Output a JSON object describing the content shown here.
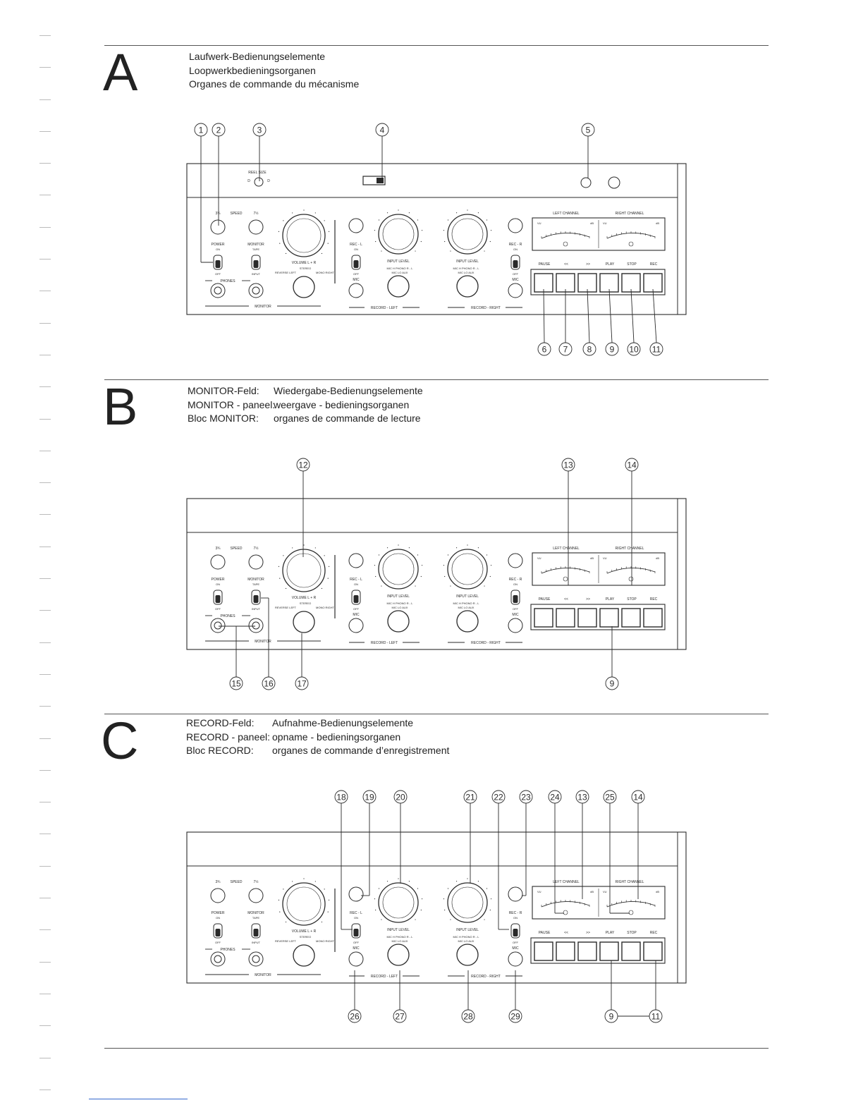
{
  "sections": [
    {
      "letter": "A",
      "lines": [
        {
          "label": "",
          "text": "Laufwerk-Bedienungselemente"
        },
        {
          "label": "",
          "text": "Loopwerkbedieningsorganen"
        },
        {
          "label": "",
          "text": "Organes de commande du mécanisme"
        }
      ]
    },
    {
      "letter": "B",
      "lines": [
        {
          "label": "MONITOR-Feld:",
          "text": "Wiedergabe-Bedienungselemente"
        },
        {
          "label": "MONITOR - paneel:",
          "text": "weergave - bedieningsorganen"
        },
        {
          "label": "Bloc MONITOR:",
          "text": "organes de commande de lecture"
        }
      ]
    },
    {
      "letter": "C",
      "lines": [
        {
          "label": "RECORD-Feld:",
          "text": "Aufnahme-Bedienungselemente"
        },
        {
          "label": "RECORD - paneel:",
          "text": "opname - bedieningsorganen"
        },
        {
          "label": "Bloc RECORD:",
          "text": "organes de commande d’enregistrement"
        }
      ]
    }
  ],
  "callouts": {
    "A_top": [
      "1",
      "2",
      "3",
      "4",
      "5"
    ],
    "A_bottom": [
      "6",
      "7",
      "8",
      "9",
      "10",
      "11"
    ],
    "B_top": [
      "12",
      "13",
      "14"
    ],
    "B_bottom": [
      "15",
      "16",
      "17",
      "9"
    ],
    "C_top": [
      "18",
      "19",
      "20",
      "21",
      "22",
      "23",
      "24",
      "13",
      "25",
      "14"
    ],
    "C_bottom": [
      "26",
      "27",
      "28",
      "29",
      "9",
      "11"
    ]
  },
  "panel_labels": {
    "reel_size": "REEL SIZE",
    "speed": "SPEED",
    "speed_low": "3¾",
    "speed_high": "7½",
    "power": "POWER",
    "monitor": "MONITOR",
    "on": "ON",
    "off": "OFF",
    "tape": "TAPE",
    "input": "INPUT",
    "phones": "PHONES",
    "volume": "VOLUME  L + R",
    "stereo": "STEREO",
    "reverse_left": "REVERSE LEFT",
    "mono_right": "MONO RIGHT",
    "monitor_bar": "MONITOR",
    "rec_l": "REC - L",
    "rec_r": "REC - R",
    "mic": "MIC",
    "input_level": "INPUT LEVEL",
    "mic_phono_aux": "MIC H  PHONO  R - L",
    "mic_lo_aux": "MIC LO       AUX",
    "record_left": "RECORD - LEFT",
    "record_right": "RECORD - RIGHT",
    "left_channel": "LEFT CHANNEL",
    "right_channel": "RIGHT CHANNEL",
    "vu": "VU",
    "db": "dB",
    "transport": [
      "PAUSE",
      "<<",
      ">>",
      "PLAY",
      "STOP",
      "REC"
    ]
  }
}
